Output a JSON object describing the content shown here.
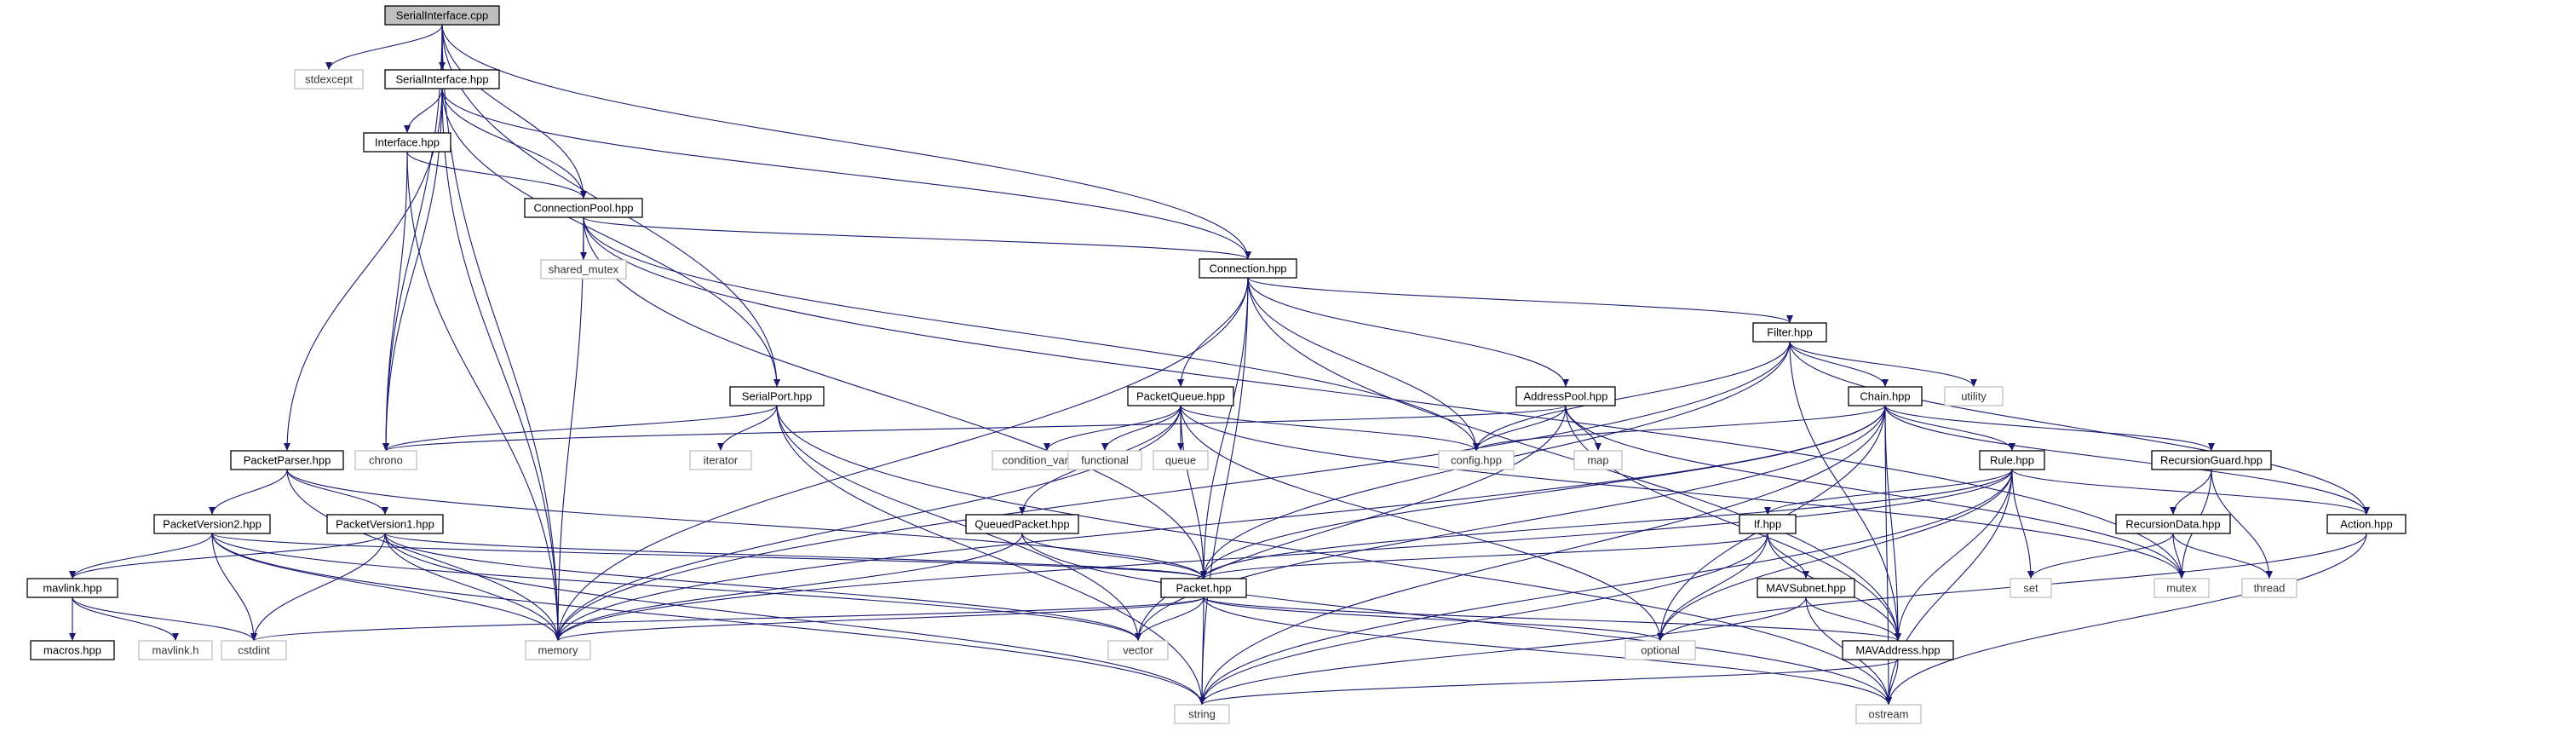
{
  "colors": {
    "edge": "#191970",
    "node_border": "#000000",
    "node_fill": "#ffffff",
    "root_fill": "#bfbfbf",
    "system_border": "#bfbfbf",
    "text": "#000000",
    "system_text": "#333333"
  },
  "nodes": [
    {
      "id": "serialinterface_cpp",
      "label": "SerialInterface.cpp",
      "kind": "root"
    },
    {
      "id": "stdexcept",
      "label": "stdexcept",
      "kind": "system"
    },
    {
      "id": "serialinterface_hpp",
      "label": "SerialInterface.hpp",
      "kind": "local"
    },
    {
      "id": "interface_hpp",
      "label": "Interface.hpp",
      "kind": "local"
    },
    {
      "id": "connectionpool_hpp",
      "label": "ConnectionPool.hpp",
      "kind": "local"
    },
    {
      "id": "shared_mutex",
      "label": "shared_mutex",
      "kind": "system"
    },
    {
      "id": "connection_hpp",
      "label": "Connection.hpp",
      "kind": "local"
    },
    {
      "id": "filter_hpp",
      "label": "Filter.hpp",
      "kind": "local"
    },
    {
      "id": "utility",
      "label": "utility",
      "kind": "system"
    },
    {
      "id": "serialport_hpp",
      "label": "SerialPort.hpp",
      "kind": "local"
    },
    {
      "id": "packetqueue_hpp",
      "label": "PacketQueue.hpp",
      "kind": "local"
    },
    {
      "id": "addresspool_hpp",
      "label": "AddressPool.hpp",
      "kind": "local"
    },
    {
      "id": "chain_hpp",
      "label": "Chain.hpp",
      "kind": "local"
    },
    {
      "id": "chrono",
      "label": "chrono",
      "kind": "system"
    },
    {
      "id": "iterator",
      "label": "iterator",
      "kind": "system"
    },
    {
      "id": "condition_variable",
      "label": "condition_variable",
      "kind": "system"
    },
    {
      "id": "functional",
      "label": "functional",
      "kind": "system"
    },
    {
      "id": "queue",
      "label": "queue",
      "kind": "system"
    },
    {
      "id": "config_hpp",
      "label": "config.hpp",
      "kind": "system"
    },
    {
      "id": "map",
      "label": "map",
      "kind": "system"
    },
    {
      "id": "rule_hpp",
      "label": "Rule.hpp",
      "kind": "local"
    },
    {
      "id": "recursionguard_hpp",
      "label": "RecursionGuard.hpp",
      "kind": "local"
    },
    {
      "id": "packetparser_hpp",
      "label": "PacketParser.hpp",
      "kind": "local"
    },
    {
      "id": "packetversion2_hpp",
      "label": "PacketVersion2.hpp",
      "kind": "local"
    },
    {
      "id": "packetversion1_hpp",
      "label": "PacketVersion1.hpp",
      "kind": "local"
    },
    {
      "id": "queuedpacket_hpp",
      "label": "QueuedPacket.hpp",
      "kind": "local"
    },
    {
      "id": "if_hpp",
      "label": "If.hpp",
      "kind": "local"
    },
    {
      "id": "recursiondata_hpp",
      "label": "RecursionData.hpp",
      "kind": "local"
    },
    {
      "id": "action_hpp",
      "label": "Action.hpp",
      "kind": "local"
    },
    {
      "id": "set",
      "label": "set",
      "kind": "system"
    },
    {
      "id": "mutex",
      "label": "mutex",
      "kind": "system"
    },
    {
      "id": "thread",
      "label": "thread",
      "kind": "system"
    },
    {
      "id": "mavlink_hpp",
      "label": "mavlink.hpp",
      "kind": "local"
    },
    {
      "id": "packet_hpp",
      "label": "Packet.hpp",
      "kind": "local"
    },
    {
      "id": "mavsubnet_hpp",
      "label": "MAVSubnet.hpp",
      "kind": "local"
    },
    {
      "id": "macros_hpp",
      "label": "macros.hpp",
      "kind": "local"
    },
    {
      "id": "mavlink_h",
      "label": "mavlink.h",
      "kind": "system"
    },
    {
      "id": "cstdint",
      "label": "cstdint",
      "kind": "system"
    },
    {
      "id": "memory",
      "label": "memory",
      "kind": "system"
    },
    {
      "id": "vector",
      "label": "vector",
      "kind": "system"
    },
    {
      "id": "optional",
      "label": "optional",
      "kind": "system"
    },
    {
      "id": "mavaddress_hpp",
      "label": "MAVAddress.hpp",
      "kind": "local"
    },
    {
      "id": "string",
      "label": "string",
      "kind": "system"
    },
    {
      "id": "ostream",
      "label": "ostream",
      "kind": "system"
    }
  ],
  "edges": [
    [
      "serialinterface_cpp",
      "stdexcept"
    ],
    [
      "serialinterface_cpp",
      "serialinterface_hpp"
    ],
    [
      "serialinterface_cpp",
      "connectionpool_hpp"
    ],
    [
      "serialinterface_cpp",
      "connection_hpp"
    ],
    [
      "serialinterface_cpp",
      "serialport_hpp"
    ],
    [
      "serialinterface_cpp",
      "chrono"
    ],
    [
      "serialinterface_cpp",
      "memory"
    ],
    [
      "serialinterface_hpp",
      "interface_hpp"
    ],
    [
      "serialinterface_hpp",
      "connectionpool_hpp"
    ],
    [
      "serialinterface_hpp",
      "connection_hpp"
    ],
    [
      "serialinterface_hpp",
      "serialport_hpp"
    ],
    [
      "serialinterface_hpp",
      "packetparser_hpp"
    ],
    [
      "serialinterface_hpp",
      "chrono"
    ],
    [
      "serialinterface_hpp",
      "memory"
    ],
    [
      "interface_hpp",
      "connectionpool_hpp"
    ],
    [
      "interface_hpp",
      "chrono"
    ],
    [
      "interface_hpp",
      "memory"
    ],
    [
      "connectionpool_hpp",
      "shared_mutex"
    ],
    [
      "connectionpool_hpp",
      "connection_hpp"
    ],
    [
      "connectionpool_hpp",
      "config_hpp"
    ],
    [
      "connectionpool_hpp",
      "memory"
    ],
    [
      "connectionpool_hpp",
      "packet_hpp"
    ],
    [
      "connectionpool_hpp",
      "mutex"
    ],
    [
      "connection_hpp",
      "filter_hpp"
    ],
    [
      "connection_hpp",
      "packetqueue_hpp"
    ],
    [
      "connection_hpp",
      "addresspool_hpp"
    ],
    [
      "connection_hpp",
      "config_hpp"
    ],
    [
      "connection_hpp",
      "packet_hpp"
    ],
    [
      "connection_hpp",
      "memory"
    ],
    [
      "connection_hpp",
      "string"
    ],
    [
      "connection_hpp",
      "mavaddress_hpp"
    ],
    [
      "filter_hpp",
      "utility"
    ],
    [
      "filter_hpp",
      "chain_hpp"
    ],
    [
      "filter_hpp",
      "config_hpp"
    ],
    [
      "filter_hpp",
      "action_hpp"
    ],
    [
      "filter_hpp",
      "packet_hpp"
    ],
    [
      "filter_hpp",
      "mavaddress_hpp"
    ],
    [
      "filter_hpp",
      "memory"
    ],
    [
      "serialport_hpp",
      "chrono"
    ],
    [
      "serialport_hpp",
      "iterator"
    ],
    [
      "serialport_hpp",
      "vector"
    ],
    [
      "serialport_hpp",
      "string"
    ],
    [
      "serialport_hpp",
      "ostream"
    ],
    [
      "packetqueue_hpp",
      "condition_variable"
    ],
    [
      "packetqueue_hpp",
      "functional"
    ],
    [
      "packetqueue_hpp",
      "queue"
    ],
    [
      "packetqueue_hpp",
      "config_hpp"
    ],
    [
      "packetqueue_hpp",
      "queuedpacket_hpp"
    ],
    [
      "packetqueue_hpp",
      "packet_hpp"
    ],
    [
      "packetqueue_hpp",
      "memory"
    ],
    [
      "packetqueue_hpp",
      "optional"
    ],
    [
      "packetqueue_hpp",
      "mutex"
    ],
    [
      "addresspool_hpp",
      "chrono"
    ],
    [
      "addresspool_hpp",
      "config_hpp"
    ],
    [
      "addresspool_hpp",
      "map"
    ],
    [
      "addresspool_hpp",
      "vector"
    ],
    [
      "addresspool_hpp",
      "mutex"
    ],
    [
      "addresspool_hpp",
      "mavaddress_hpp"
    ],
    [
      "chain_hpp",
      "config_hpp"
    ],
    [
      "chain_hpp",
      "rule_hpp"
    ],
    [
      "chain_hpp",
      "recursionguard_hpp"
    ],
    [
      "chain_hpp",
      "action_hpp"
    ],
    [
      "chain_hpp",
      "packet_hpp"
    ],
    [
      "chain_hpp",
      "memory"
    ],
    [
      "chain_hpp",
      "vector"
    ],
    [
      "chain_hpp",
      "string"
    ],
    [
      "chain_hpp",
      "optional"
    ],
    [
      "chain_hpp",
      "mavaddress_hpp"
    ],
    [
      "chain_hpp",
      "ostream"
    ],
    [
      "rule_hpp",
      "if_hpp"
    ],
    [
      "rule_hpp",
      "action_hpp"
    ],
    [
      "rule_hpp",
      "packet_hpp"
    ],
    [
      "rule_hpp",
      "memory"
    ],
    [
      "rule_hpp",
      "optional"
    ],
    [
      "rule_hpp",
      "string"
    ],
    [
      "rule_hpp",
      "mavaddress_hpp"
    ],
    [
      "rule_hpp",
      "ostream"
    ],
    [
      "rule_hpp",
      "set"
    ],
    [
      "recursionguard_hpp",
      "recursiondata_hpp"
    ],
    [
      "recursionguard_hpp",
      "mutex"
    ],
    [
      "recursionguard_hpp",
      "thread"
    ],
    [
      "recursiondata_hpp",
      "set"
    ],
    [
      "recursiondata_hpp",
      "mutex"
    ],
    [
      "recursiondata_hpp",
      "thread"
    ],
    [
      "packetparser_hpp",
      "packetversion2_hpp"
    ],
    [
      "packetparser_hpp",
      "packetversion1_hpp"
    ],
    [
      "packetparser_hpp",
      "packet_hpp"
    ],
    [
      "packetparser_hpp",
      "memory"
    ],
    [
      "packetversion2_hpp",
      "mavlink_hpp"
    ],
    [
      "packetversion2_hpp",
      "packet_hpp"
    ],
    [
      "packetversion2_hpp",
      "cstdint"
    ],
    [
      "packetversion2_hpp",
      "memory"
    ],
    [
      "packetversion2_hpp",
      "vector"
    ],
    [
      "packetversion2_hpp",
      "string"
    ],
    [
      "packetversion1_hpp",
      "mavlink_hpp"
    ],
    [
      "packetversion1_hpp",
      "packet_hpp"
    ],
    [
      "packetversion1_hpp",
      "cstdint"
    ],
    [
      "packetversion1_hpp",
      "memory"
    ],
    [
      "packetversion1_hpp",
      "vector"
    ],
    [
      "packetversion1_hpp",
      "string"
    ],
    [
      "queuedpacket_hpp",
      "packet_hpp"
    ],
    [
      "queuedpacket_hpp",
      "memory"
    ],
    [
      "queuedpacket_hpp",
      "ostream"
    ],
    [
      "if_hpp",
      "mavsubnet_hpp"
    ],
    [
      "if_hpp",
      "packet_hpp"
    ],
    [
      "if_hpp",
      "optional"
    ],
    [
      "if_hpp",
      "string"
    ],
    [
      "if_hpp",
      "mavaddress_hpp"
    ],
    [
      "action_hpp",
      "optional"
    ],
    [
      "action_hpp",
      "ostream"
    ],
    [
      "mavlink_hpp",
      "macros_hpp"
    ],
    [
      "mavlink_hpp",
      "mavlink_h"
    ],
    [
      "mavlink_hpp",
      "cstdint"
    ],
    [
      "packet_hpp",
      "cstdint"
    ],
    [
      "packet_hpp",
      "memory"
    ],
    [
      "packet_hpp",
      "vector"
    ],
    [
      "packet_hpp",
      "string"
    ],
    [
      "packet_hpp",
      "optional"
    ],
    [
      "packet_hpp",
      "mavaddress_hpp"
    ],
    [
      "packet_hpp",
      "ostream"
    ],
    [
      "mavsubnet_hpp",
      "mavaddress_hpp"
    ],
    [
      "mavsubnet_hpp",
      "string"
    ],
    [
      "mavsubnet_hpp",
      "ostream"
    ],
    [
      "mavaddress_hpp",
      "string"
    ],
    [
      "mavaddress_hpp",
      "ostream"
    ]
  ]
}
